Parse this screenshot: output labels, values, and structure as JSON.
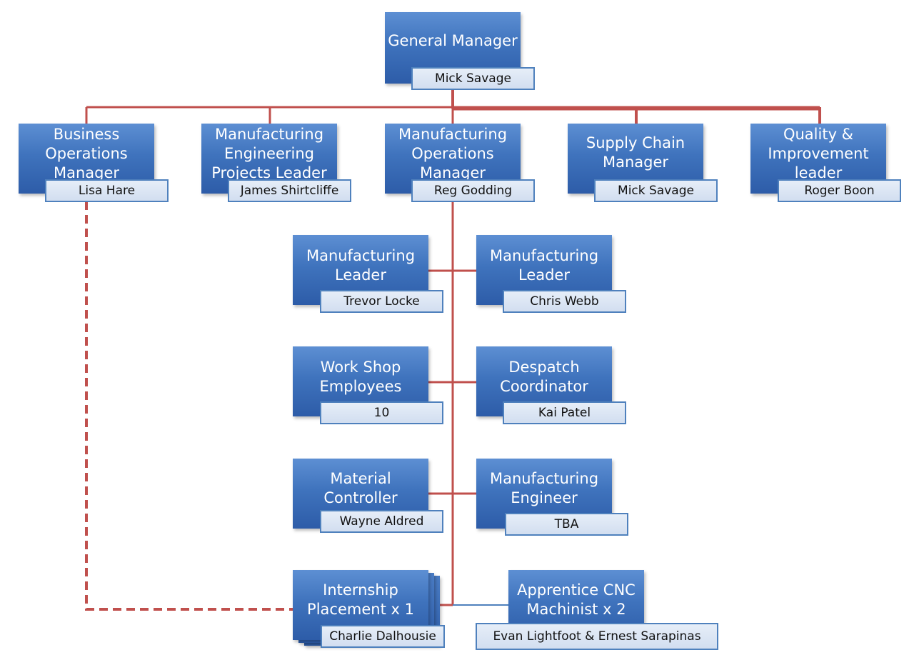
{
  "colors": {
    "box": "#3f73bd",
    "name_tag": "#dbe5f3",
    "line": "#c0504d",
    "blue_line": "#4f81bd"
  },
  "roles": {
    "general_manager": {
      "title": "General Manager",
      "name": "Mick Savage"
    },
    "business_ops": {
      "title": "Business Operations Manager",
      "name": "Lisa Hare"
    },
    "mfg_eng_projects": {
      "title": "Manufacturing Engineering Projects Leader",
      "name": "James Shirtcliffe"
    },
    "mfg_ops": {
      "title": "Manufacturing Operations Manager",
      "name": "Reg Godding"
    },
    "supply_chain": {
      "title": "Supply Chain Manager",
      "name": "Mick Savage"
    },
    "quality": {
      "title": "Quality & Improvement leader",
      "name": "Roger Boon"
    },
    "mfg_leader_1": {
      "title": "Manufacturing Leader",
      "name": "Trevor Locke"
    },
    "mfg_leader_2": {
      "title": "Manufacturing Leader",
      "name": "Chris Webb"
    },
    "workshop": {
      "title": "Work Shop Employees",
      "name": "10"
    },
    "despatch": {
      "title": "Despatch Coordinator",
      "name": "Kai Patel"
    },
    "material": {
      "title": "Material Controller",
      "name": "Wayne Aldred"
    },
    "mfg_engineer": {
      "title": "Manufacturing Engineer",
      "name": "TBA"
    },
    "internship": {
      "title": "Internship Placement x 1",
      "name": "Charlie Dalhousie"
    },
    "apprentice": {
      "title": "Apprentice CNC Machinist x 2",
      "name": "Evan Lightfoot & Ernest Sarapinas"
    }
  }
}
